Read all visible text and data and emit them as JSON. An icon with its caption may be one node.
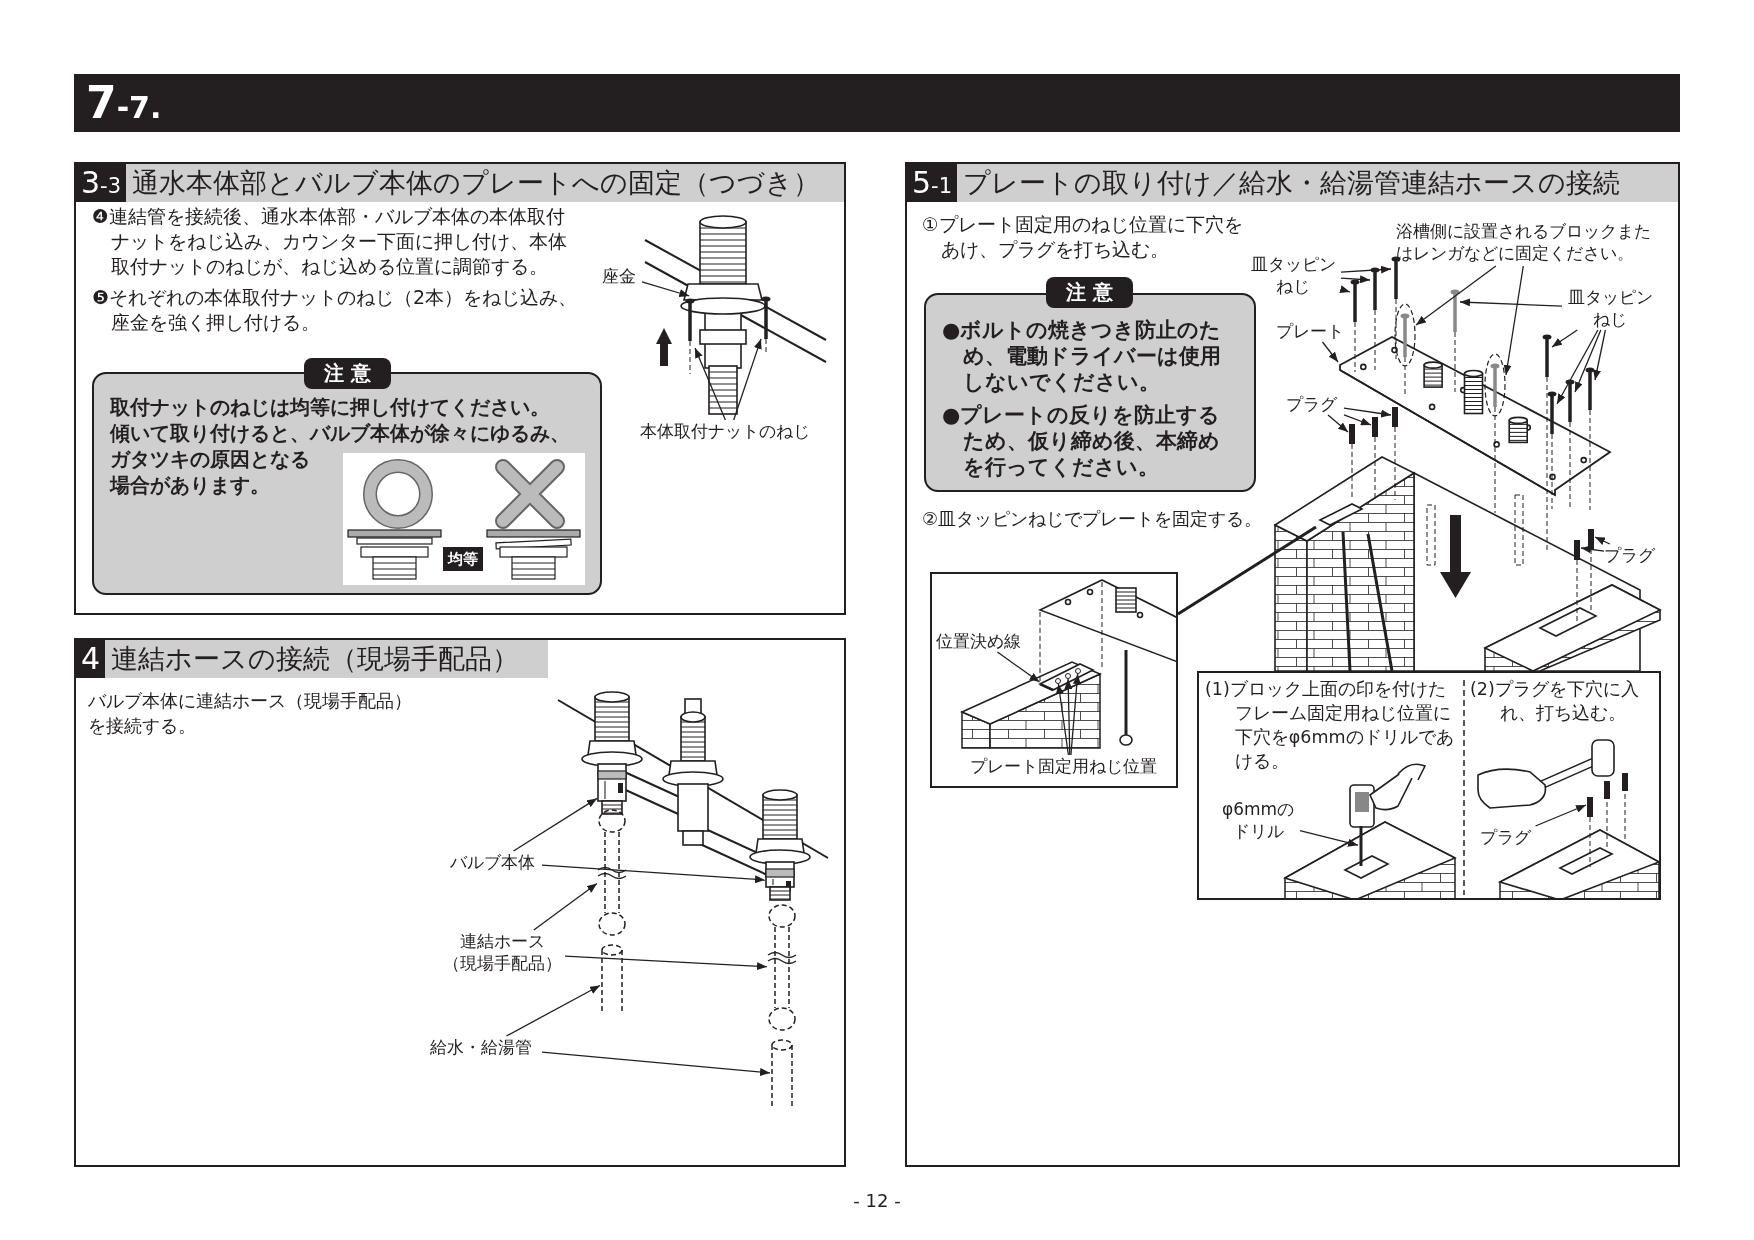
{
  "diagram": {
    "title": "7-7.",
    "nodes": [
      {
        "text": [
          "3-3",
          "通水本体部とバルブ本体のプレートへの固定（つづき）"
        ]
      },
      {
        "text": [
          "注 意",
          "取付ナットのねじは均等に押し付けてください。傾いて取り付けると、バルブ本体が徐々にゆるみ、ガタツキの原因となる場合があります。"
        ],
        "in": 0
      },
      {
        "text": [
          "座金"
        ],
        "in": 0
      },
      {
        "text": [
          "本体取付ナットのねじ"
        ],
        "in": 0
      },
      {
        "text": [
          "4",
          "連結ホースの接続（現場手配品）"
        ]
      },
      {
        "text": [
          "バルブ本体"
        ],
        "in": 4
      },
      {
        "text": [
          "連結ホース（現場手配品）"
        ],
        "in": 4
      },
      {
        "text": [
          "給水・給湯管"
        ],
        "in": 4
      },
      {
        "text": [
          "5-1",
          "プレートの取り付け／給水・給湯管連結ホースの接続"
        ]
      },
      {
        "text": [
          "注 意",
          "●ボルトの焼きつき防止のため、電動ドライバーは使用しないでください。",
          "●プレートの反りを防止するため、仮り締め後、本締めを行ってください。"
        ],
        "in": 8
      },
      {
        "text": [
          "皿タッピンねじ"
        ],
        "in": 8
      },
      {
        "text": [
          "浴槽側に設置されるブロックまたはレンガなどに固定ください。"
        ],
        "in": 8
      },
      {
        "text": [
          "皿タッピンねじ"
        ],
        "in": 8
      },
      {
        "text": [
          "プレート"
        ],
        "in": 8
      },
      {
        "text": [
          "プラグ"
        ],
        "in": 8
      },
      {
        "text": [
          "プラグ"
        ],
        "in": 8
      },
      {
        "text": [],
        "shape": "box",
        "in": 8
      },
      {
        "text": [
          "位置決め線"
        ],
        "in": 16
      },
      {
        "text": [
          "プレート固定用ねじ位置"
        ],
        "in": 16
      },
      {
        "text": [
          "(1)ブロック上面の印を付けたフレーム固定用ねじ位置に下穴をφ6mmのドリルであける。",
          "(2)プラグを下穴に入れ、打ち込む。"
        ],
        "in": 8
      },
      {
        "text": [
          "φ6mmのドリル"
        ],
        "in": 19
      },
      {
        "text": [
          "プラグ"
        ],
        "in": 19
      },
      {
        "text": [],
        "shape": "picture",
        "in": 0
      },
      {
        "text": [],
        "shape": "picture",
        "in": 0
      },
      {
        "text": [],
        "shape": "picture",
        "in": 0
      },
      {
        "text": [],
        "shape": "picture",
        "in": 4
      },
      {
        "text": [],
        "shape": "picture",
        "in": 4
      },
      {
        "text": [],
        "shape": "picture",
        "in": 4
      },
      {
        "text": [],
        "shape": "picture",
        "in": 4
      },
      {
        "text": [],
        "shape": "picture",
        "in": 4
      },
      {
        "text": [],
        "shape": "picture",
        "in": 4
      },
      {
        "text": [],
        "shape": "picture",
        "in": 8
      },
      {
        "text": [],
        "shape": "picture",
        "in": 8
      },
      {
        "text": [],
        "shape": "picture",
        "in": 8
      },
      {
        "text": [],
        "shape": "picture",
        "in": 8
      },
      {
        "text": [],
        "shape": "picture",
        "in": 8
      },
      {
        "text": [],
        "shape": "picture",
        "in": 8
      },
      {
        "text": [],
        "shape": "picture",
        "in": 8
      },
      {
        "text": [],
        "shape": "picture",
        "in": 8
      },
      {
        "text": [],
        "shape": "picture",
        "in": 8
      },
      {
        "text": [],
        "shape": "picture",
        "in": 8
      },
      {
        "text": [],
        "shape": "picture",
        "in": 8
      },
      {
        "text": [],
        "shape": "picture",
        "in": 8
      },
      {
        "text": [],
        "shape": "picture",
        "in": 8
      },
      {
        "text": [],
        "shape": "picture",
        "in": 8
      },
      {
        "text": [],
        "shape": "picture",
        "in": 8
      },
      {
        "text": [],
        "shape": "picture",
        "in": 8
      },
      {
        "text": [],
        "shape": "picture",
        "in": 16
      },
      {
        "text": [],
        "shape": "circle",
        "in": 16
      },
      {
        "text": [],
        "shape": "circle",
        "in": 16
      },
      {
        "text": [],
        "shape": "circle",
        "in": 16
      },
      {
        "text": [],
        "shape": "picture",
        "in": 19
      },
      {
        "text": [],
        "shape": "picture",
        "in": 19
      }
    ],
    "edges": [
      {
        "from": 2,
        "to": 22,
        "arrow": "to"
      },
      {
        "from": 3,
        "to": 23,
        "arrow": "to"
      },
      {
        "from": 3,
        "to": 24,
        "arrow": "to"
      },
      {
        "from": 5,
        "to": 25,
        "arrow": "to"
      },
      {
        "from": 5,
        "to": 26,
        "arrow": "to"
      },
      {
        "from": 6,
        "to": 27,
        "arrow": "to"
      },
      {
        "from": 6,
        "to": 28,
        "arrow": "to"
      },
      {
        "from": 7,
        "to": 29,
        "arrow": "to"
      },
      {
        "from": 7,
        "to": 30,
        "arrow": "to"
      },
      {
        "from": 10,
        "to": 32,
        "arrow": "to"
      },
      {
        "from": 10,
        "to": 33,
        "arrow": "to"
      },
      {
        "from": 10,
        "to": 34,
        "arrow": "to"
      },
      {
        "from": 11,
        "to": 35,
        "arrow": "to"
      },
      {
        "from": 11,
        "to": 36,
        "arrow": "to"
      },
      {
        "from": 12,
        "to": 37,
        "arrow": "to"
      },
      {
        "from": 12,
        "to": 38,
        "arrow": "to"
      },
      {
        "from": 12,
        "to": 39,
        "arrow": "to"
      },
      {
        "from": 12,
        "to": 40,
        "arrow": "to"
      },
      {
        "from": 12,
        "to": 41,
        "arrow": "to"
      },
      {
        "from": 13,
        "to": 31,
        "arrow": "to"
      },
      {
        "from": 14,
        "to": 42,
        "arrow": "to"
      },
      {
        "from": 14,
        "to": 43,
        "arrow": "to"
      },
      {
        "from": 14,
        "to": 44,
        "arrow": "to"
      },
      {
        "from": 15,
        "to": 45,
        "arrow": "to"
      },
      {
        "from": 15,
        "to": 46,
        "arrow": "to"
      },
      {
        "from": 17,
        "to": 47,
        "arrow": "to"
      },
      {
        "from": 18,
        "to": 48,
        "arrow": "to"
      },
      {
        "from": 18,
        "to": 49,
        "arrow": "to"
      },
      {
        "from": 18,
        "to": 50,
        "arrow": "to"
      },
      {
        "from": 20,
        "to": 51,
        "arrow": "to"
      },
      {
        "from": 21,
        "to": 52,
        "arrow": "to"
      }
    ],
    "labels": [
      "❹連結管を接続後、通水本体部・バルブ本体の本体取付ナットをねじ込み、カウンター下面に押し付け、本体取付ナットのねじが、ねじ込める位置に調節する。",
      "❺それぞれの本体取付ナットのねじ（2本）をねじ込み、座金を強く押し付ける。",
      "均等",
      "バルブ本体に連結ホース（現場手配品）を接続する。",
      "①プレート固定用のねじ位置に下穴をあけ、プラグを打ち込む。",
      "②皿タッピンねじでプレートを固定する。",
      "- 12 -"
    ]
  }
}
